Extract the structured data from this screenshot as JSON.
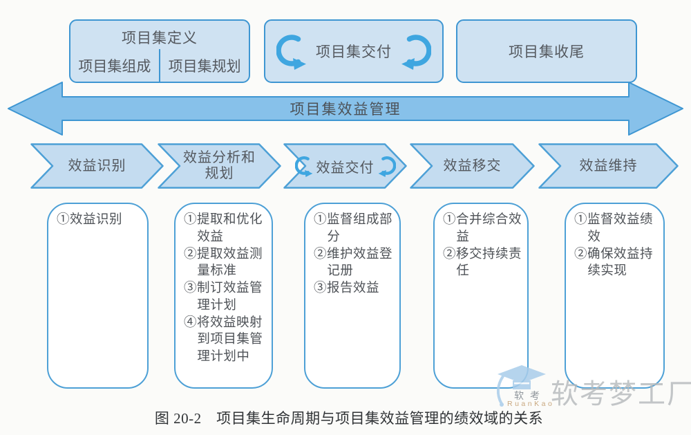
{
  "figure": {
    "caption": "图 20-2　项目集生命周期与项目集效益管理的绩效域的关系"
  },
  "lifecycle_boxes": {
    "definition": {
      "title": "项目集定义",
      "sub_left": "项目集组成",
      "sub_right": "项目集规划"
    },
    "delivery": {
      "label": "项目集交付"
    },
    "closure": {
      "label": "项目集收尾"
    }
  },
  "benefits_arrow": {
    "label": "项目集效益管理"
  },
  "chevrons": [
    {
      "lines": [
        "效益识别"
      ]
    },
    {
      "lines": [
        "效益分析和",
        "规划"
      ]
    },
    {
      "lines": [
        "效益交付"
      ]
    },
    {
      "lines": [
        "效益移交"
      ]
    },
    {
      "lines": [
        "效益维持"
      ]
    }
  ],
  "columns": [
    {
      "items": [
        "①效益识别"
      ]
    },
    {
      "items": [
        "①提取和优化效益",
        "②提取效益测量标准",
        "③制订效益管理计划",
        "④将效益映射到项目集管理计划中"
      ]
    },
    {
      "items": [
        "①监督组成部分",
        "②维护效益登记册",
        "③报告效益"
      ]
    },
    {
      "items": [
        "①合并综合效益",
        "②移交持续责任"
      ]
    },
    {
      "items": [
        "①监督效益绩效",
        "②确保效益持续实现"
      ]
    }
  ],
  "watermark": {
    "brand": "软考",
    "brand_sub": "RuanKao",
    "brand_large": "软考梦工厂"
  },
  "colors": {
    "border_blue": "#3e96d2",
    "box_fill": "#cfe2f2",
    "chevron_fill": "#c4dcf0",
    "arrow_fill": "#87c1ea",
    "cycle_arrow_blue": "#3fa6e0",
    "text_gray": "#54585e"
  }
}
